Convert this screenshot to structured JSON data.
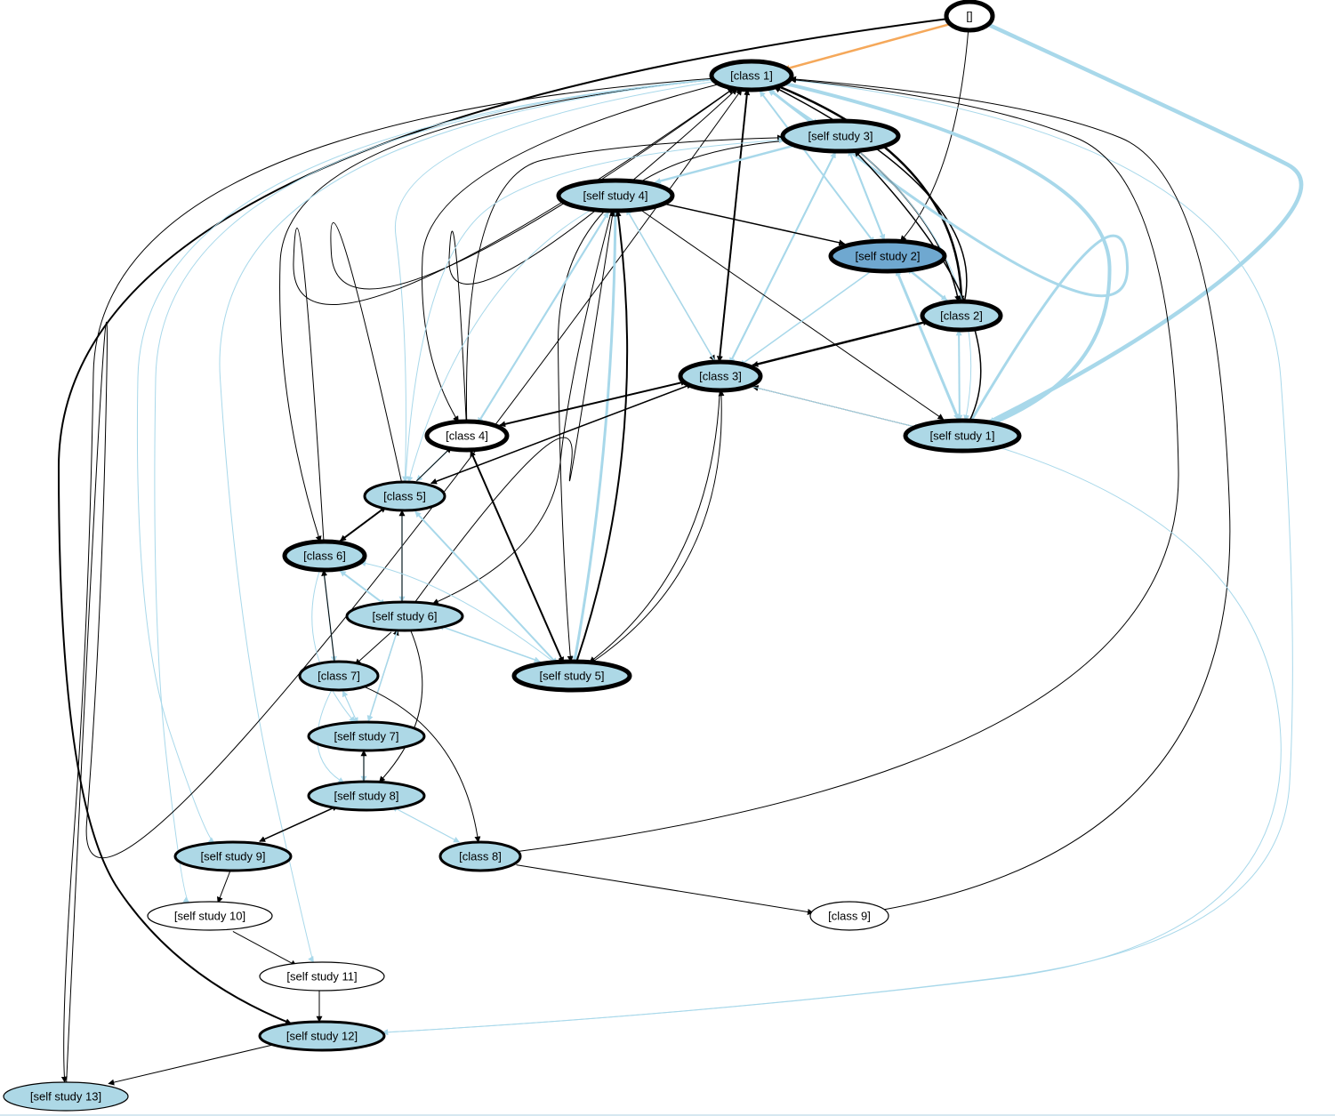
{
  "colors": {
    "black_edge": "#000000",
    "light_edge": "#a8d8ea",
    "orange_edge": "#f5a85a",
    "fill_light": "#add8e6",
    "fill_dark": "#6fa8d0",
    "fill_white": "#ffffff",
    "outline": "#000000"
  },
  "nodes": [
    {
      "id": "start",
      "label": "[]",
      "fill": "white",
      "weight": "heavy"
    },
    {
      "id": "c1",
      "label": "[class 1]",
      "fill": "light",
      "weight": "heavy"
    },
    {
      "id": "ss3",
      "label": "[self study 3]",
      "fill": "light",
      "weight": "heavy"
    },
    {
      "id": "ss4",
      "label": "[self study 4]",
      "fill": "light",
      "weight": "heavy"
    },
    {
      "id": "ss2",
      "label": "[self study 2]",
      "fill": "dark",
      "weight": "heavy"
    },
    {
      "id": "c2",
      "label": "[class 2]",
      "fill": "light",
      "weight": "heavy"
    },
    {
      "id": "c3",
      "label": "[class 3]",
      "fill": "light",
      "weight": "heavy"
    },
    {
      "id": "ss1",
      "label": "[self study 1]",
      "fill": "light",
      "weight": "heavy"
    },
    {
      "id": "c4",
      "label": "[class 4]",
      "fill": "white",
      "weight": "heavy"
    },
    {
      "id": "c5",
      "label": "[class 5]",
      "fill": "light",
      "weight": "medium"
    },
    {
      "id": "c6",
      "label": "[class 6]",
      "fill": "light",
      "weight": "heavy"
    },
    {
      "id": "ss6",
      "label": "[self study 6]",
      "fill": "light",
      "weight": "medium"
    },
    {
      "id": "ss5",
      "label": "[self study 5]",
      "fill": "light",
      "weight": "heavy"
    },
    {
      "id": "c7",
      "label": "[class 7]",
      "fill": "light",
      "weight": "medium"
    },
    {
      "id": "ss7",
      "label": "[self study 7]",
      "fill": "light",
      "weight": "medium"
    },
    {
      "id": "ss8",
      "label": "[self study 8]",
      "fill": "light",
      "weight": "medium"
    },
    {
      "id": "ss9",
      "label": "[self study 9]",
      "fill": "light",
      "weight": "medium"
    },
    {
      "id": "c8",
      "label": "[class 8]",
      "fill": "light",
      "weight": "medium"
    },
    {
      "id": "ss10",
      "label": "[self study 10]",
      "fill": "white",
      "weight": "thin"
    },
    {
      "id": "c9",
      "label": "[class 9]",
      "fill": "white",
      "weight": "thin"
    },
    {
      "id": "ss11",
      "label": "[self study 11]",
      "fill": "white",
      "weight": "thin"
    },
    {
      "id": "ss12",
      "label": "[self study 12]",
      "fill": "light",
      "weight": "medium"
    },
    {
      "id": "ss13",
      "label": "[self study 13]",
      "fill": "light",
      "weight": "thin"
    }
  ],
  "edges": [
    {
      "from": "start",
      "to": "c1",
      "color": "orange",
      "width": 2.5
    },
    {
      "from": "start",
      "to": "ss1",
      "color": "light",
      "width": 4.5
    },
    {
      "from": "start",
      "to": "ss2",
      "color": "black",
      "width": 1
    },
    {
      "from": "start",
      "to": "ss12",
      "color": "black",
      "width": 2
    },
    {
      "from": "c1",
      "to": "c3",
      "color": "black",
      "width": 2
    },
    {
      "from": "c3",
      "to": "c1",
      "color": "black",
      "width": 1.5
    },
    {
      "from": "c1",
      "to": "c2",
      "color": "black",
      "width": 2.5
    },
    {
      "from": "c2",
      "to": "c1",
      "color": "black",
      "width": 1.5
    },
    {
      "from": "c1",
      "to": "ss1",
      "color": "light",
      "width": 4
    },
    {
      "from": "ss1",
      "to": "c1",
      "color": "light",
      "width": 3
    },
    {
      "from": "c1",
      "to": "ss3",
      "color": "light",
      "width": 1.5
    },
    {
      "from": "ss3",
      "to": "c1",
      "color": "light",
      "width": 1.5
    },
    {
      "from": "c1",
      "to": "ss2",
      "color": "light",
      "width": 2
    },
    {
      "from": "ss2",
      "to": "c1",
      "color": "light",
      "width": 1.5
    },
    {
      "from": "ss3",
      "to": "c2",
      "color": "black",
      "width": 1.5
    },
    {
      "from": "c1",
      "to": "c4",
      "color": "black",
      "width": 1
    },
    {
      "from": "c4",
      "to": "c1",
      "color": "black",
      "width": 1
    },
    {
      "from": "c1",
      "to": "c5",
      "color": "light",
      "width": 1
    },
    {
      "from": "c1",
      "to": "c6",
      "color": "black",
      "width": 1
    },
    {
      "from": "c6",
      "to": "c1",
      "color": "black",
      "width": 1
    },
    {
      "from": "c5",
      "to": "c1",
      "color": "black",
      "width": 1
    },
    {
      "from": "c1",
      "to": "ss9",
      "color": "light",
      "width": 1
    },
    {
      "from": "c1",
      "to": "ss10",
      "color": "light",
      "width": 1
    },
    {
      "from": "c1",
      "to": "ss11",
      "color": "light",
      "width": 1
    },
    {
      "from": "c1",
      "to": "ss13",
      "color": "black",
      "width": 1
    },
    {
      "from": "ss13",
      "to": "c1",
      "color": "black",
      "width": 1
    },
    {
      "from": "c1",
      "to": "ss12",
      "color": "light",
      "width": 1
    },
    {
      "from": "c8",
      "to": "c1",
      "color": "black",
      "width": 1
    },
    {
      "from": "c9",
      "to": "c1",
      "color": "black",
      "width": 1
    },
    {
      "from": "ss3",
      "to": "ss4",
      "color": "light",
      "width": 2.5
    },
    {
      "from": "ss4",
      "to": "ss3",
      "color": "light",
      "width": 1.5
    },
    {
      "from": "ss3",
      "to": "ss2",
      "color": "light",
      "width": 2
    },
    {
      "from": "ss2",
      "to": "ss3",
      "color": "light",
      "width": 2
    },
    {
      "from": "ss3",
      "to": "c3",
      "color": "light",
      "width": 2
    },
    {
      "from": "c3",
      "to": "ss3",
      "color": "light",
      "width": 2
    },
    {
      "from": "ss3",
      "to": "ss1",
      "color": "light",
      "width": 1
    },
    {
      "from": "ss1",
      "to": "ss3",
      "color": "black",
      "width": 1.5
    },
    {
      "from": "ss3",
      "to": "ss5",
      "color": "black",
      "width": 1
    },
    {
      "from": "c4",
      "to": "ss3",
      "color": "black",
      "width": 1
    },
    {
      "from": "c5",
      "to": "ss3",
      "color": "light",
      "width": 1
    },
    {
      "from": "ss4",
      "to": "ss2",
      "color": "black",
      "width": 1.5
    },
    {
      "from": "ss4",
      "to": "c3",
      "color": "black",
      "width": 1
    },
    {
      "from": "c3",
      "to": "ss4",
      "color": "light",
      "width": 1.5
    },
    {
      "from": "ss4",
      "to": "ss1",
      "color": "black",
      "width": 1
    },
    {
      "from": "ss4",
      "to": "ss5",
      "color": "light",
      "width": 3
    },
    {
      "from": "ss5",
      "to": "ss4",
      "color": "black",
      "width": 2
    },
    {
      "from": "ss4",
      "to": "c4",
      "color": "light",
      "width": 2
    },
    {
      "from": "c4",
      "to": "ss4",
      "color": "light",
      "width": 2
    },
    {
      "from": "ss4",
      "to": "c5",
      "color": "light",
      "width": 1
    },
    {
      "from": "ss4",
      "to": "ss6",
      "color": "black",
      "width": 1
    },
    {
      "from": "ss6",
      "to": "ss4",
      "color": "black",
      "width": 1
    },
    {
      "from": "ss2",
      "to": "c2",
      "color": "light",
      "width": 2.5
    },
    {
      "from": "c2",
      "to": "ss2",
      "color": "light",
      "width": 2
    },
    {
      "from": "ss2",
      "to": "ss1",
      "color": "light",
      "width": 3
    },
    {
      "from": "ss1",
      "to": "ss2",
      "color": "light",
      "width": 2
    },
    {
      "from": "ss2",
      "to": "c3",
      "color": "light",
      "width": 1.5
    },
    {
      "from": "c2",
      "to": "ss1",
      "color": "light",
      "width": 2
    },
    {
      "from": "ss1",
      "to": "c2",
      "color": "light",
      "width": 1.5
    },
    {
      "from": "c2",
      "to": "c3",
      "color": "black",
      "width": 2.5
    },
    {
      "from": "c3",
      "to": "c2",
      "color": "black",
      "width": 1.5
    },
    {
      "from": "ss1",
      "to": "c3",
      "color": "black",
      "width": 1
    },
    {
      "from": "c3",
      "to": "ss1",
      "color": "light",
      "width": 1
    },
    {
      "from": "c3",
      "to": "c4",
      "color": "black",
      "width": 2
    },
    {
      "from": "c4",
      "to": "c3",
      "color": "black",
      "width": 1.5
    },
    {
      "from": "c3",
      "to": "c5",
      "color": "black",
      "width": 1.5
    },
    {
      "from": "c5",
      "to": "c3",
      "color": "black",
      "width": 1
    },
    {
      "from": "c3",
      "to": "ss5",
      "color": "black",
      "width": 1
    },
    {
      "from": "ss5",
      "to": "c3",
      "color": "black",
      "width": 1
    },
    {
      "from": "c4",
      "to": "c5",
      "color": "light",
      "width": 1.5
    },
    {
      "from": "c5",
      "to": "c4",
      "color": "black",
      "width": 1
    },
    {
      "from": "c4",
      "to": "ss5",
      "color": "black",
      "width": 2
    },
    {
      "from": "ss5",
      "to": "c4",
      "color": "black",
      "width": 1
    },
    {
      "from": "c5",
      "to": "c6",
      "color": "black",
      "width": 2
    },
    {
      "from": "c6",
      "to": "c5",
      "color": "black",
      "width": 1.5
    },
    {
      "from": "c5",
      "to": "ss6",
      "color": "light",
      "width": 1.5
    },
    {
      "from": "ss6",
      "to": "c5",
      "color": "black",
      "width": 1
    },
    {
      "from": "c5",
      "to": "ss5",
      "color": "light",
      "width": 2
    },
    {
      "from": "ss5",
      "to": "c5",
      "color": "light",
      "width": 1.5
    },
    {
      "from": "c6",
      "to": "ss6",
      "color": "light",
      "width": 2
    },
    {
      "from": "ss6",
      "to": "c6",
      "color": "light",
      "width": 1.5
    },
    {
      "from": "c6",
      "to": "c7",
      "color": "light",
      "width": 1.5
    },
    {
      "from": "c7",
      "to": "c6",
      "color": "black",
      "width": 1
    },
    {
      "from": "c6",
      "to": "ss7",
      "color": "light",
      "width": 1
    },
    {
      "from": "ss5",
      "to": "c6",
      "color": "light",
      "width": 1
    },
    {
      "from": "ss6",
      "to": "ss5",
      "color": "light",
      "width": 1.5
    },
    {
      "from": "ss5",
      "to": "ss6",
      "color": "light",
      "width": 1
    },
    {
      "from": "ss6",
      "to": "c7",
      "color": "black",
      "width": 1
    },
    {
      "from": "ss6",
      "to": "ss8",
      "color": "black",
      "width": 1
    },
    {
      "from": "ss7",
      "to": "ss6",
      "color": "black",
      "width": 1
    },
    {
      "from": "ss6",
      "to": "ss7",
      "color": "light",
      "width": 1.5
    },
    {
      "from": "c7",
      "to": "ss7",
      "color": "light",
      "width": 1
    },
    {
      "from": "ss7",
      "to": "c7",
      "color": "light",
      "width": 1
    },
    {
      "from": "c7",
      "to": "ss8",
      "color": "light",
      "width": 1
    },
    {
      "from": "c7",
      "to": "c8",
      "color": "black",
      "width": 1
    },
    {
      "from": "ss7",
      "to": "ss8",
      "color": "light",
      "width": 1.5
    },
    {
      "from": "ss8",
      "to": "ss7",
      "color": "black",
      "width": 1
    },
    {
      "from": "ss8",
      "to": "ss9",
      "color": "black",
      "width": 1.5
    },
    {
      "from": "ss9",
      "to": "ss8",
      "color": "black",
      "width": 1
    },
    {
      "from": "ss8",
      "to": "c8",
      "color": "light",
      "width": 1
    },
    {
      "from": "c8",
      "to": "ss8",
      "color": "light",
      "width": 1
    },
    {
      "from": "ss9",
      "to": "ss10",
      "color": "black",
      "width": 1
    },
    {
      "from": "c8",
      "to": "c9",
      "color": "black",
      "width": 1
    },
    {
      "from": "ss10",
      "to": "ss11",
      "color": "black",
      "width": 1
    },
    {
      "from": "ss11",
      "to": "ss12",
      "color": "black",
      "width": 1
    },
    {
      "from": "ss12",
      "to": "ss13",
      "color": "black",
      "width": 1
    },
    {
      "from": "ss1",
      "to": "ss12",
      "color": "light",
      "width": 1
    }
  ]
}
